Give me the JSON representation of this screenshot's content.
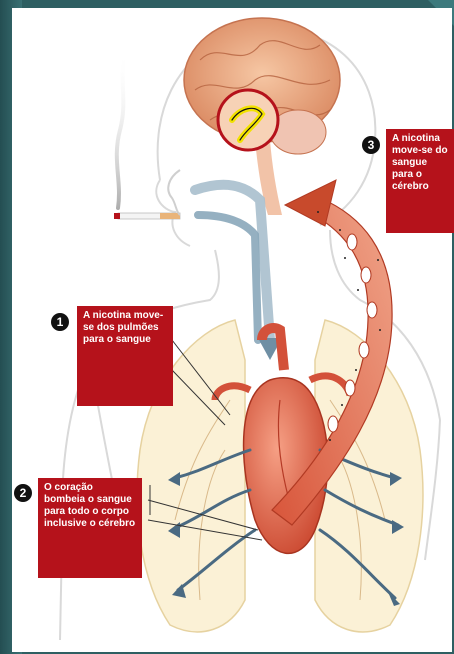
{
  "labels": {
    "step1": {
      "number": "1",
      "text": "A nicotina move-se dos pulmões para o sangue"
    },
    "step2": {
      "number": "2",
      "text": "O coração bombeia o sangue para todo o corpo inclusive o cérebro"
    },
    "step3": {
      "number": "3",
      "text": "A nicotina move-se do sangue para o cérebro"
    }
  },
  "colors": {
    "label_bg": "#b5121b",
    "frame": "#2e5f62",
    "heart": "#e8644a",
    "brain": "#f3b38e",
    "arrow": "#c84a2c",
    "airflow": "#6f8fa4"
  },
  "icons": [
    "brain-icon",
    "cigarette-icon",
    "heart-icon",
    "lungs-icon"
  ]
}
